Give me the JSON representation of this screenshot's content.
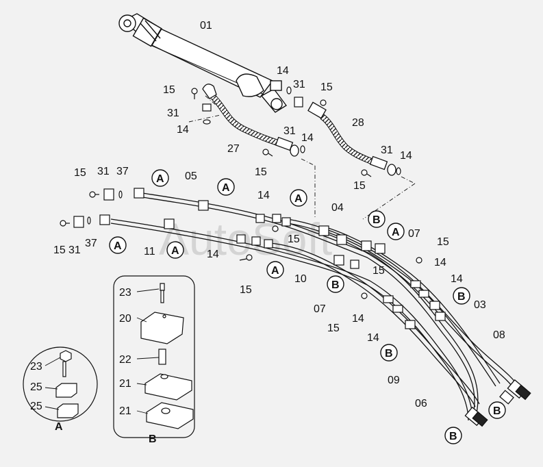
{
  "watermark": "AutoSoft",
  "part_numbers": {
    "p01": "01",
    "p14a": "14",
    "p15a": "15",
    "p31a": "31",
    "p14b": "14",
    "p31b": "31",
    "p15b": "15",
    "p28": "28",
    "p27": "27",
    "p31c": "31",
    "p14c": "14",
    "p15c": "15",
    "p31d": "31",
    "p14d": "14",
    "p15d": "15",
    "p15e": "15",
    "p31e": "31",
    "p37a": "37",
    "p05": "05",
    "p14e": "14",
    "p04": "04",
    "p15f": "15",
    "p31f": "31",
    "p37b": "37",
    "p11": "11",
    "p14f": "14",
    "p15g": "15",
    "p10": "10",
    "p07a": "07",
    "p15h": "15",
    "p14g": "14",
    "p15i": "15",
    "p14h": "14",
    "p07b": "07",
    "p14i": "14",
    "p15j": "15",
    "p14j": "14",
    "p03": "03",
    "p08": "08",
    "p09": "09",
    "p06": "06",
    "p23a": "23",
    "p20": "20",
    "p22": "22",
    "p21a": "21",
    "p21b": "21",
    "p23b": "23",
    "p25a": "25",
    "p25b": "25"
  },
  "callouts": {
    "A": "A",
    "B": "B"
  },
  "detail_labels": {
    "detail_a": "A",
    "detail_b": "B"
  }
}
